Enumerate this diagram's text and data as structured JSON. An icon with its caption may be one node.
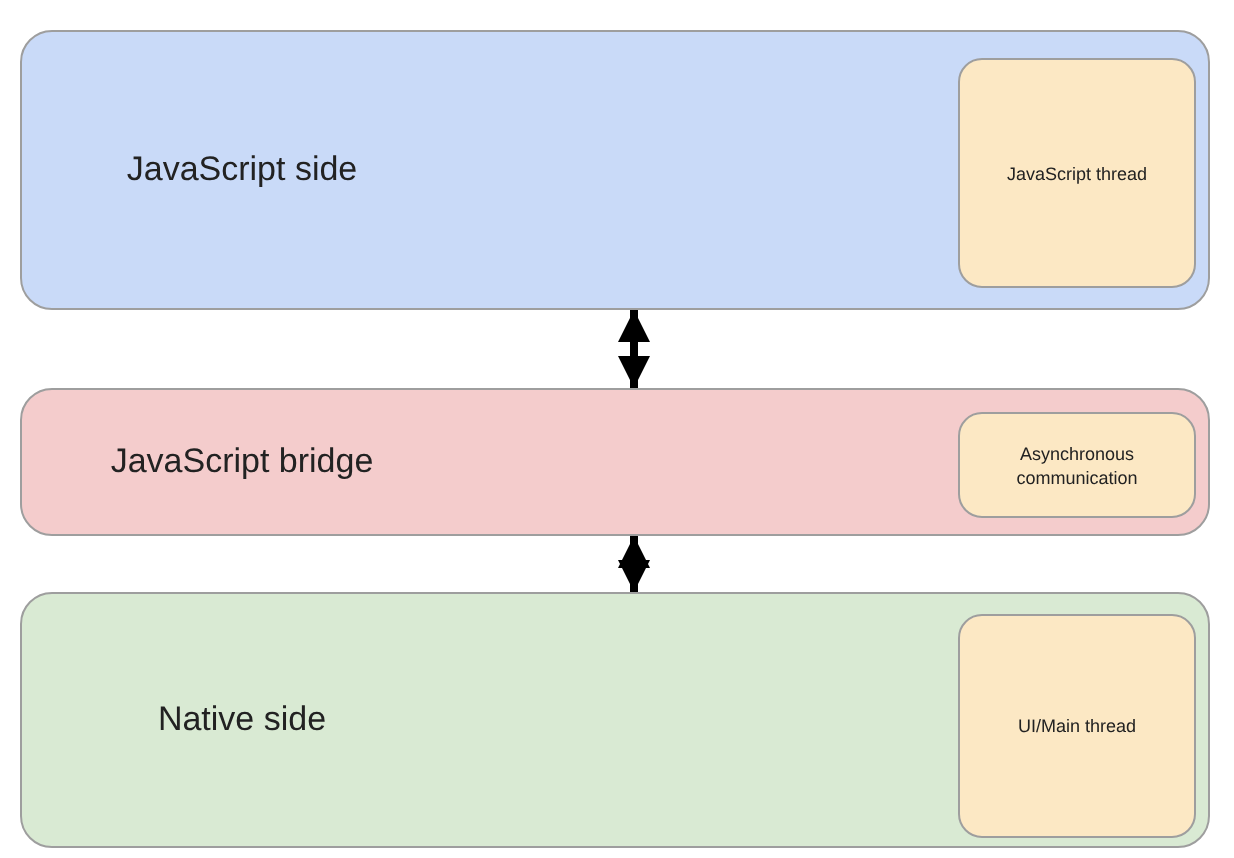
{
  "diagram": {
    "nodes": [
      {
        "text": [
          "JavaScript side"
        ]
      },
      {
        "text": [
          "JavaScript thread"
        ],
        "in": 0
      },
      {
        "text": [
          "JavaScript bridge"
        ]
      },
      {
        "text": [
          "Asynchronous communication"
        ],
        "in": 2
      },
      {
        "text": [
          "Native side"
        ]
      },
      {
        "text": [
          "UI/Main thread"
        ],
        "in": 4
      }
    ],
    "edges": [
      {
        "from": 0,
        "to": 2,
        "arrow": "both"
      },
      {
        "from": 2,
        "to": 4,
        "arrow": "both"
      }
    ]
  }
}
